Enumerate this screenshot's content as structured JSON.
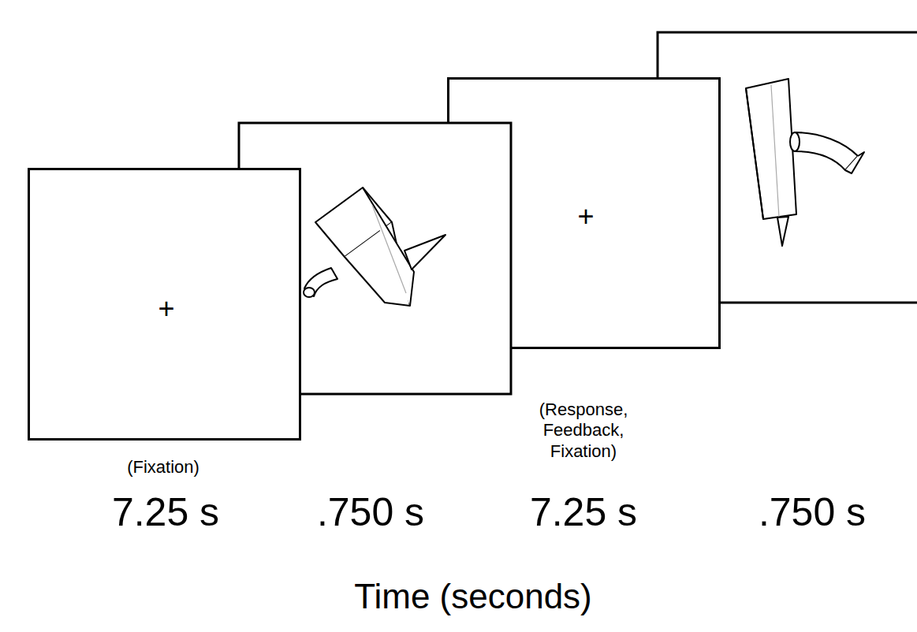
{
  "diagram": {
    "nodes": [
      {
        "text": [
          "+",
          "(Fixation)"
        ]
      },
      {
        "text": [
          "+",
          "(Response, Feedback, Fixation)"
        ]
      }
    ],
    "labels": [
      "7.25 s",
      ".750 s",
      "7.25 s",
      ".750 s",
      "Time (seconds)"
    ]
  }
}
